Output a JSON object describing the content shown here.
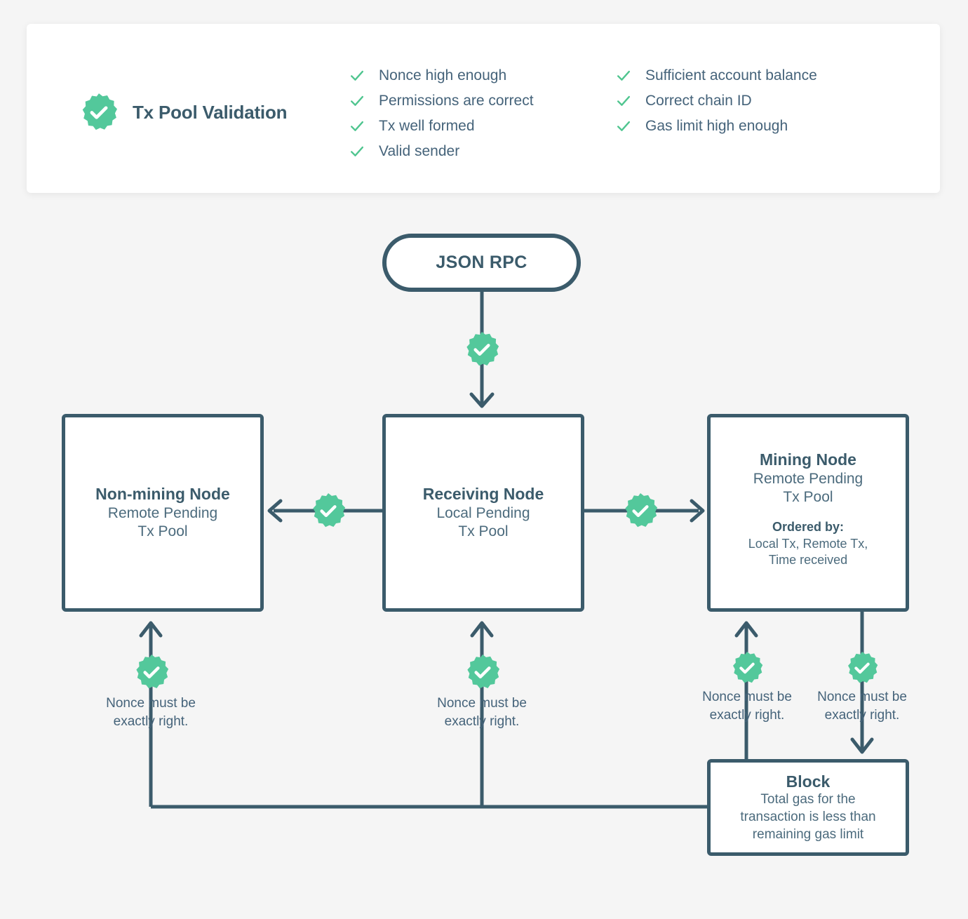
{
  "palette": {
    "background": "#f5f5f5",
    "card": "#ffffff",
    "ink": "#3b5b6b",
    "ink_soft": "#45637a",
    "green": "#53c89b",
    "green_tick": "#4fc58f"
  },
  "header": {
    "badge_icon": "check-badge-icon",
    "title": "Tx Pool Validation",
    "columns": [
      {
        "items": [
          "Nonce high enough",
          "Permissions are correct",
          "Tx well formed",
          "Valid sender"
        ]
      },
      {
        "items": [
          "Sufficient account balance",
          "Correct chain ID",
          "Gas limit high enough"
        ]
      }
    ]
  },
  "diagram": {
    "nodes": {
      "json_rpc": {
        "title": "JSON RPC"
      },
      "non_mining": {
        "title": "Non-mining Node",
        "sub_line1": "Remote Pending",
        "sub_line2": "Tx Pool"
      },
      "receiving": {
        "title": "Receiving Node",
        "sub_line1": "Local Pending",
        "sub_line2": "Tx Pool"
      },
      "mining": {
        "title": "Mining Node",
        "sub_line1": "Remote Pending",
        "sub_line2": "Tx Pool",
        "ordered_label": "Ordered by:",
        "ordered_line1": "Local Tx, Remote Tx,",
        "ordered_line2": "Time received"
      },
      "block": {
        "title": "Block",
        "sub_line1": "Total gas for the",
        "sub_line2": "transaction is less than",
        "sub_line3": "remaining gas limit"
      }
    },
    "edge_captions": {
      "non_mining_nonce": "Nonce must be\nexactly right.",
      "receiving_nonce": "Nonce must be\nexactly right.",
      "mining_nonce": "Nonce must be\nexactly right.",
      "block_nonce": "Nonce must be\nexactly right."
    },
    "badge_icon": "check-badge-icon"
  }
}
